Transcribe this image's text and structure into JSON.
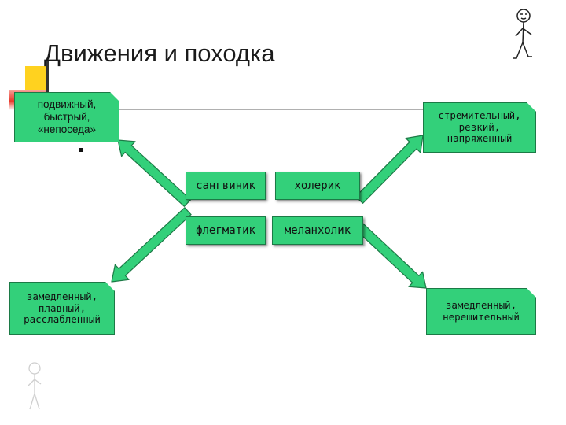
{
  "title": "Движения и походка",
  "temperaments": {
    "sanguine": "сангвиник",
    "choleric": "холерик",
    "phlegmatic": "флегматик",
    "melancholic": "меланхолик"
  },
  "descriptions": {
    "top_left": "подвижный,\nбыстрый,\n«непоседа»",
    "top_right": "стремительный,\nрезкий,\nнапряженный",
    "bottom_left": "замедленный,\nплавный,\nрасслабленный",
    "bottom_right": "замедленный,\nнерешительный"
  },
  "colors": {
    "box_fill": "#33d07a",
    "box_border": "#1c7a46",
    "arrow_fill": "#33d07a",
    "accent_yellow": "#ffd21f",
    "accent_red": "#e8382a"
  },
  "icons": {
    "top_right": "stick-figure-icon",
    "bottom_left": "faded-stick-figure-icon"
  }
}
